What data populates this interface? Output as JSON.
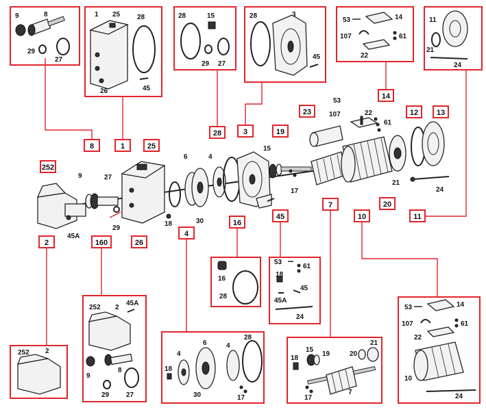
{
  "diagram": {
    "kind": "exploded-parts-view",
    "accent_color": "#e0242b",
    "callout_groups": [
      {
        "id": "g1",
        "tag": "8",
        "items": [
          "9",
          "8",
          "29",
          "27"
        ]
      },
      {
        "id": "g2",
        "tag": "1",
        "items": [
          "1",
          "25",
          "28",
          "26",
          "45"
        ]
      },
      {
        "id": "g3",
        "tag": "28",
        "items": [
          "28",
          "15",
          "29",
          "27"
        ]
      },
      {
        "id": "g4",
        "tag": "3",
        "items": [
          "28",
          "3",
          "45"
        ]
      },
      {
        "id": "g5",
        "tag": "14",
        "items": [
          "53",
          "14",
          "107",
          "61",
          "22"
        ]
      },
      {
        "id": "g6",
        "tag": "11",
        "items": [
          "11",
          "21",
          "24"
        ]
      },
      {
        "id": "g7",
        "tag": "16",
        "items": [
          "16",
          "28"
        ]
      },
      {
        "id": "g8",
        "tag": "45",
        "items": [
          "53",
          "61",
          "18",
          "45",
          "45A",
          "24"
        ]
      },
      {
        "id": "g9",
        "tag": "10",
        "items": [
          "53",
          "14",
          "107",
          "61",
          "22",
          "10",
          "24"
        ]
      },
      {
        "id": "g10",
        "tag": "2",
        "items": [
          "252",
          "2"
        ]
      },
      {
        "id": "g11",
        "tag": "160",
        "items": [
          "252",
          "2",
          "45A",
          "9",
          "8",
          "29",
          "27"
        ]
      },
      {
        "id": "g12",
        "tag": "4",
        "items": [
          "4",
          "6",
          "4",
          "28",
          "18",
          "30",
          "17"
        ]
      },
      {
        "id": "g13",
        "tag": "7",
        "items": [
          "18",
          "15",
          "19",
          "21",
          "20",
          "17",
          "7"
        ]
      }
    ],
    "main_tags": [
      "252",
      "8",
      "1",
      "25",
      "28",
      "3",
      "19",
      "23",
      "12",
      "13",
      "14",
      "2",
      "160",
      "26",
      "4",
      "16",
      "45",
      "7",
      "10",
      "20",
      "11"
    ],
    "main_labels": [
      "9",
      "27",
      "29",
      "45A",
      "18",
      "6",
      "30",
      "4",
      "15",
      "17",
      "22",
      "53",
      "107",
      "61",
      "21",
      "24"
    ]
  }
}
